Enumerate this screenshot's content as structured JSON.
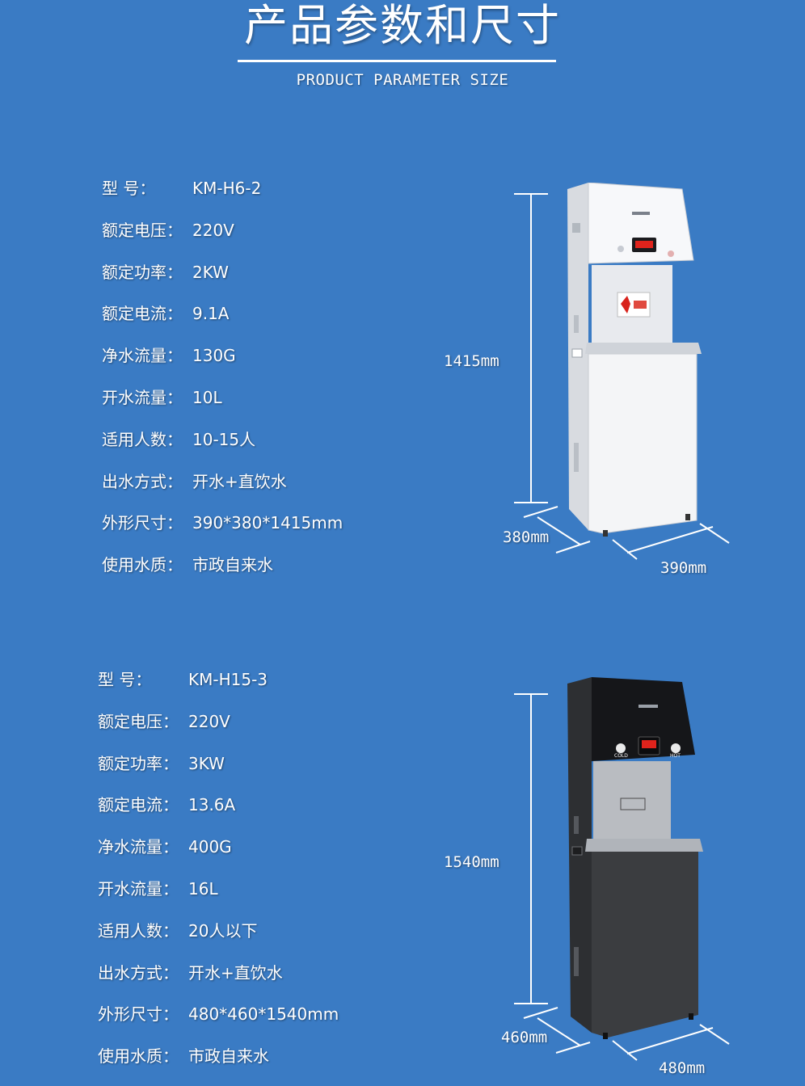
{
  "header": {
    "title": "产品参数和尺寸",
    "subtitle": "PRODUCT PARAMETER SIZE"
  },
  "products": [
    {
      "specs": [
        {
          "label": "型    号：",
          "value": "KM-H6-2"
        },
        {
          "label": "额定电压：",
          "value": "220V"
        },
        {
          "label": "额定功率：",
          "value": "2KW"
        },
        {
          "label": "额定电流：",
          "value": "9.1A"
        },
        {
          "label": "净水流量：",
          "value": "130G"
        },
        {
          "label": "开水流量：",
          "value": "10L"
        },
        {
          "label": "适用人数：",
          "value": "10-15人"
        },
        {
          "label": "出水方式：",
          "value": "开水+直饮水"
        },
        {
          "label": "外形尺寸：",
          "value": "390*380*1415mm"
        },
        {
          "label": "使用水质：",
          "value": "市政自来水"
        }
      ],
      "height": "1415mm",
      "depth": "380mm",
      "width": "390mm",
      "body_color": "#f4f5f7"
    },
    {
      "specs": [
        {
          "label": "型    号：",
          "value": "KM-H15-3"
        },
        {
          "label": "额定电压：",
          "value": "220V"
        },
        {
          "label": "额定功率：",
          "value": "3KW"
        },
        {
          "label": "额定电流：",
          "value": "13.6A"
        },
        {
          "label": "净水流量：",
          "value": "400G"
        },
        {
          "label": "开水流量：",
          "value": "16L"
        },
        {
          "label": "适用人数：",
          "value": "20人以下"
        },
        {
          "label": "出水方式：",
          "value": "开水+直饮水"
        },
        {
          "label": "外形尺寸：",
          "value": "480*460*1540mm"
        },
        {
          "label": "使用水质：",
          "value": "市政自来水"
        }
      ],
      "height": "1540mm",
      "depth": "460mm",
      "width": "480mm",
      "body_color": "#3b3d40",
      "panel_labels": {
        "cold": "COLD",
        "hot": "HOT"
      }
    }
  ],
  "colors": {
    "background": "#3a7bc4",
    "text": "#ffffff",
    "display_red": "#e0231c"
  }
}
